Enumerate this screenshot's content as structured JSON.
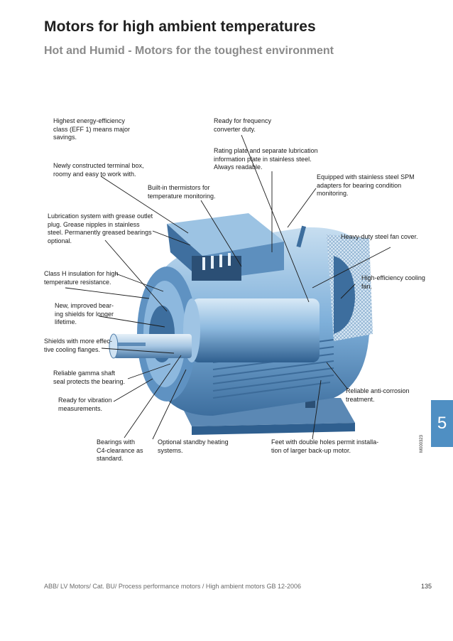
{
  "header": {
    "title": "Motors for high ambient temperatures",
    "subtitle": "Hot and Humid - Motors for the toughest environment"
  },
  "callouts": {
    "eff1": [
      "Highest energy-efficiency",
      "class (EFF 1) means major",
      "savings."
    ],
    "frequency": [
      "Ready for frequency",
      "converter duty."
    ],
    "rating_plate": [
      "Rating plate and separate lubrication",
      "information plate in stainless steel.",
      "Always readable."
    ],
    "terminal_box": [
      "Newly constructed terminal box,",
      "roomy and easy to work with."
    ],
    "spm": [
      "Equipped with stainless steel SPM",
      "adapters for bearing condition",
      "monitoring."
    ],
    "thermistors": [
      "Built-in thermistors for",
      "temperature monitoring."
    ],
    "lubrication": [
      "Lubrication system with grease outlet",
      "plug. Grease nipples in stainless",
      "steel. Permanently greased bearings",
      "optional."
    ],
    "fan_cover": [
      "Heavy-duty steel fan cover."
    ],
    "insulation": [
      "Class H insulation for high",
      "temperature resistance."
    ],
    "cooling_fan": [
      "High-efficiency cooling",
      "fan."
    ],
    "bearing_shields": [
      "New, improved bear-",
      "ing shields for longer",
      "lifetime."
    ],
    "flanges": [
      "Shields with more effec-",
      "tive cooling flanges."
    ],
    "gamma_seal": [
      "Reliable gamma shaft",
      "seal protects the bearing."
    ],
    "anti_corrosion": [
      "Reliable anti-corrosion",
      "treatment."
    ],
    "vibration": [
      "Ready for vibration",
      "measurements."
    ],
    "bearings_c4": [
      "Bearings with",
      "C4-clearance as",
      "standard."
    ],
    "heating": [
      "Optional standby heating",
      "systems."
    ],
    "feet": [
      "Feet with double holes permit installa-",
      "tion of larger back-up motor."
    ]
  },
  "side_tab": {
    "number": "5",
    "color": "#4f8fc3"
  },
  "image_code": "M000323",
  "footer": {
    "text": "ABB/ LV Motors/ Cat. BU/ Process performance motors / High ambient motors GB 12-2006",
    "page_number": "135"
  },
  "colors": {
    "motor_light": "#a9cce8",
    "motor_mid": "#6fa2cf",
    "motor_dark": "#2f5f8f",
    "accent": "#4f8fc3"
  }
}
